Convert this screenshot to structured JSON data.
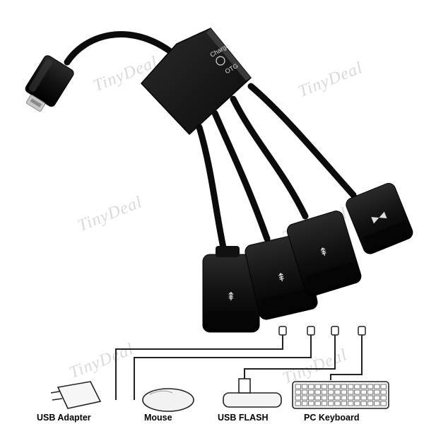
{
  "hub": {
    "label_charge": "Charge",
    "label_otg": "OTG"
  },
  "watermark": "TinyDeal",
  "devices": {
    "usb_adapter": "USB Adapter",
    "mouse": "Mouse",
    "usb_flash": "USB FLASH",
    "pc_keyboard": "PC Keyboard"
  },
  "icons": {
    "usb_port": "usb-trident-icon",
    "power_port": "power-port-icon"
  }
}
